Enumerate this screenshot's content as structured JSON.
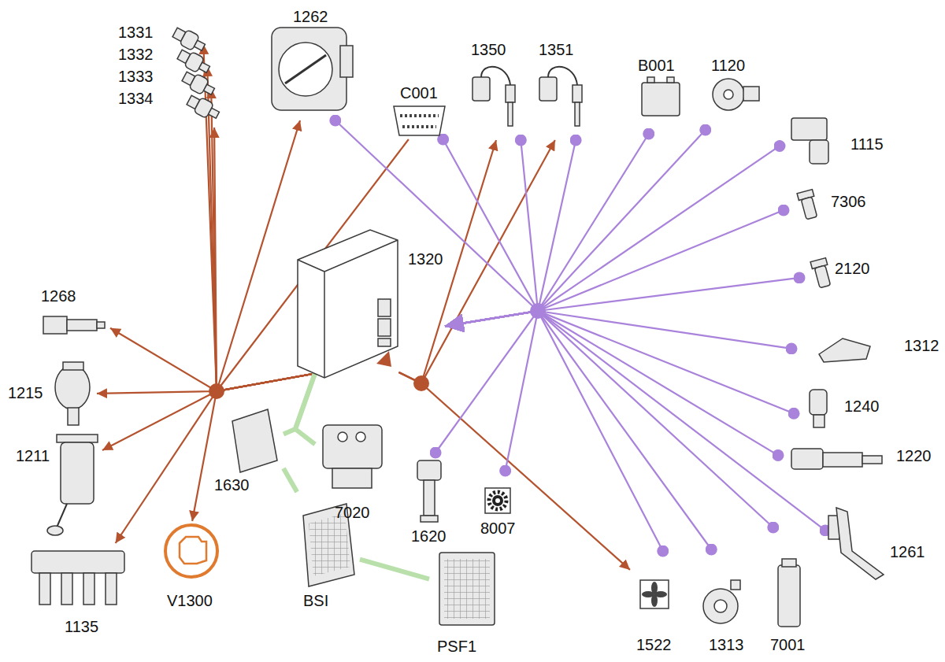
{
  "diagram": {
    "nodes": [
      {
        "text": [
          "1331"
        ]
      },
      {
        "text": [
          "1332"
        ]
      },
      {
        "text": [
          "1333"
        ]
      },
      {
        "text": [
          "1334"
        ]
      },
      {
        "text": [
          "1262"
        ]
      },
      {
        "text": [
          "C001"
        ]
      },
      {
        "text": [
          "1350"
        ]
      },
      {
        "text": [
          "1351"
        ]
      },
      {
        "text": [
          "B001"
        ]
      },
      {
        "text": [
          "1120"
        ]
      },
      {
        "text": [
          "1115"
        ]
      },
      {
        "text": [
          "7306"
        ]
      },
      {
        "text": [
          "2120"
        ]
      },
      {
        "text": [
          "1320"
        ]
      },
      {
        "text": [
          "1268"
        ]
      },
      {
        "text": [
          "1312"
        ]
      },
      {
        "text": [
          "1215"
        ]
      },
      {
        "text": [
          "1240"
        ]
      },
      {
        "text": [
          "1220"
        ]
      },
      {
        "text": [
          "1211"
        ]
      },
      {
        "text": [
          "1630"
        ]
      },
      {
        "text": [
          "7020"
        ]
      },
      {
        "text": [
          "1620"
        ]
      },
      {
        "text": [
          "8007"
        ]
      },
      {
        "text": [
          "1261"
        ]
      },
      {
        "text": [
          "1135"
        ]
      },
      {
        "text": [
          "V1300"
        ]
      },
      {
        "text": [
          "BSI"
        ]
      },
      {
        "text": [
          "1522"
        ]
      },
      {
        "text": [
          "1313"
        ]
      },
      {
        "text": [
          "7001"
        ]
      },
      {
        "text": [
          "PSF1"
        ]
      }
    ],
    "edges": [
      {
        "from": 13,
        "to": 0,
        "arrow": "to"
      },
      {
        "from": 13,
        "to": 1,
        "arrow": "to"
      },
      {
        "from": 13,
        "to": 2,
        "arrow": "to"
      },
      {
        "from": 13,
        "to": 3,
        "arrow": "to"
      },
      {
        "from": 13,
        "to": 4,
        "arrow": "to"
      },
      {
        "from": 13,
        "to": 5,
        "arrow": "none"
      },
      {
        "from": 13,
        "to": 14,
        "arrow": "to"
      },
      {
        "from": 13,
        "to": 16,
        "arrow": "to"
      },
      {
        "from": 13,
        "to": 19,
        "arrow": "to"
      },
      {
        "from": 13,
        "to": 25,
        "arrow": "to"
      },
      {
        "from": 13,
        "to": 26,
        "arrow": "to"
      },
      {
        "from": 13,
        "to": 6,
        "arrow": "to"
      },
      {
        "from": 13,
        "to": 7,
        "arrow": "to"
      },
      {
        "from": 13,
        "to": 28,
        "arrow": "to"
      },
      {
        "from": 4,
        "to": 13,
        "arrow": "to"
      },
      {
        "from": 5,
        "to": 13,
        "arrow": "to"
      },
      {
        "from": 6,
        "to": 13,
        "arrow": "to"
      },
      {
        "from": 7,
        "to": 13,
        "arrow": "to"
      },
      {
        "from": 8,
        "to": 13,
        "arrow": "to"
      },
      {
        "from": 9,
        "to": 13,
        "arrow": "to"
      },
      {
        "from": 10,
        "to": 13,
        "arrow": "to"
      },
      {
        "from": 11,
        "to": 13,
        "arrow": "to"
      },
      {
        "from": 12,
        "to": 13,
        "arrow": "to"
      },
      {
        "from": 15,
        "to": 13,
        "arrow": "to"
      },
      {
        "from": 17,
        "to": 13,
        "arrow": "to"
      },
      {
        "from": 18,
        "to": 13,
        "arrow": "to"
      },
      {
        "from": 24,
        "to": 13,
        "arrow": "to"
      },
      {
        "from": 30,
        "to": 13,
        "arrow": "to"
      },
      {
        "from": 29,
        "to": 13,
        "arrow": "to"
      },
      {
        "from": 28,
        "to": 13,
        "arrow": "to"
      },
      {
        "from": 23,
        "to": 13,
        "arrow": "to"
      },
      {
        "from": 22,
        "to": 13,
        "arrow": "to"
      },
      {
        "from": 13,
        "to": 20,
        "arrow": "none"
      },
      {
        "from": 13,
        "to": 21,
        "arrow": "none"
      },
      {
        "from": 20,
        "to": 27,
        "arrow": "none"
      },
      {
        "from": 27,
        "to": 31,
        "arrow": "none"
      }
    ]
  }
}
